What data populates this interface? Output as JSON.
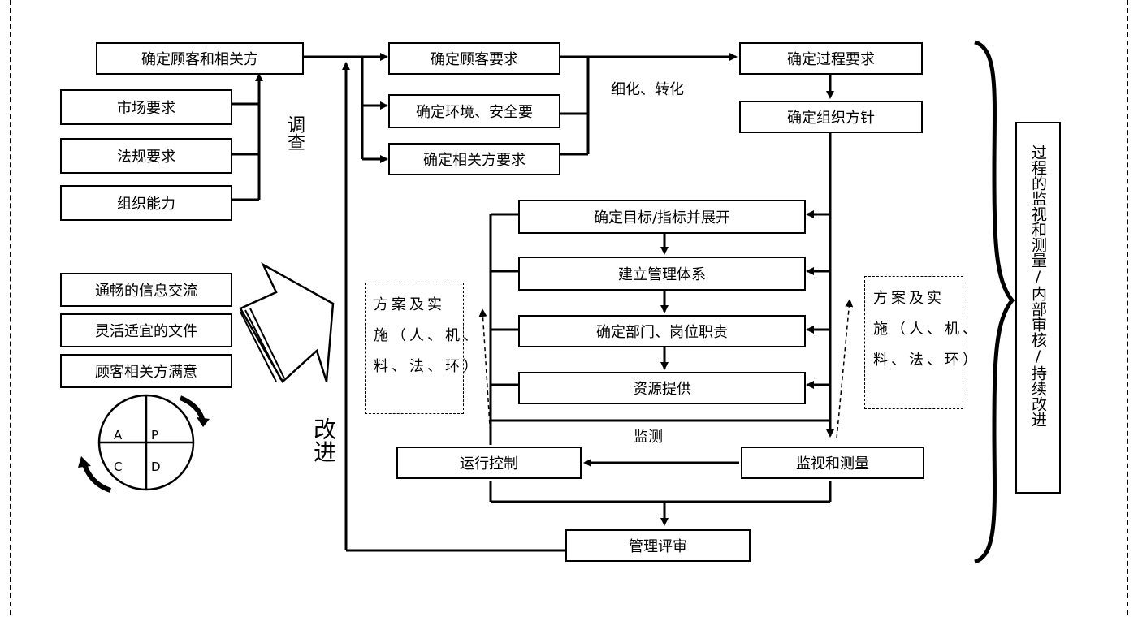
{
  "left_column": {
    "top_box": "确定顾客和相关方",
    "inputs": [
      "市场要求",
      "法规要求",
      "组织能力"
    ],
    "survey_label": "调查"
  },
  "requirements": {
    "customer": "确定顾客要求",
    "environment": "确定环境、安全要",
    "stakeholder": "确定相关方要求",
    "refine_label": "细化、转化"
  },
  "process": {
    "process_req": "确定过程要求",
    "policy": "确定组织方针"
  },
  "center_chain": {
    "objectives": "确定目标/指标并展开",
    "system": "建立管理体系",
    "duties": "确定部门、岗位职责",
    "resources": "资源提供"
  },
  "bottom": {
    "monitor_label": "监测",
    "operation": "运行控制",
    "measure": "监视和测量",
    "review": "管理评审"
  },
  "plan_box": {
    "lines": [
      "方案及实",
      "施（人、机、",
      "料、法、环）"
    ]
  },
  "improve_label": "改进",
  "support": [
    "通畅的信息交流",
    "灵活适宜的文件",
    "顾客相关方满意"
  ],
  "pdca": {
    "a": "A",
    "p": "P",
    "c": "C",
    "d": "D"
  },
  "right_label": "过程的监视和测量/内部审核/持续改进"
}
